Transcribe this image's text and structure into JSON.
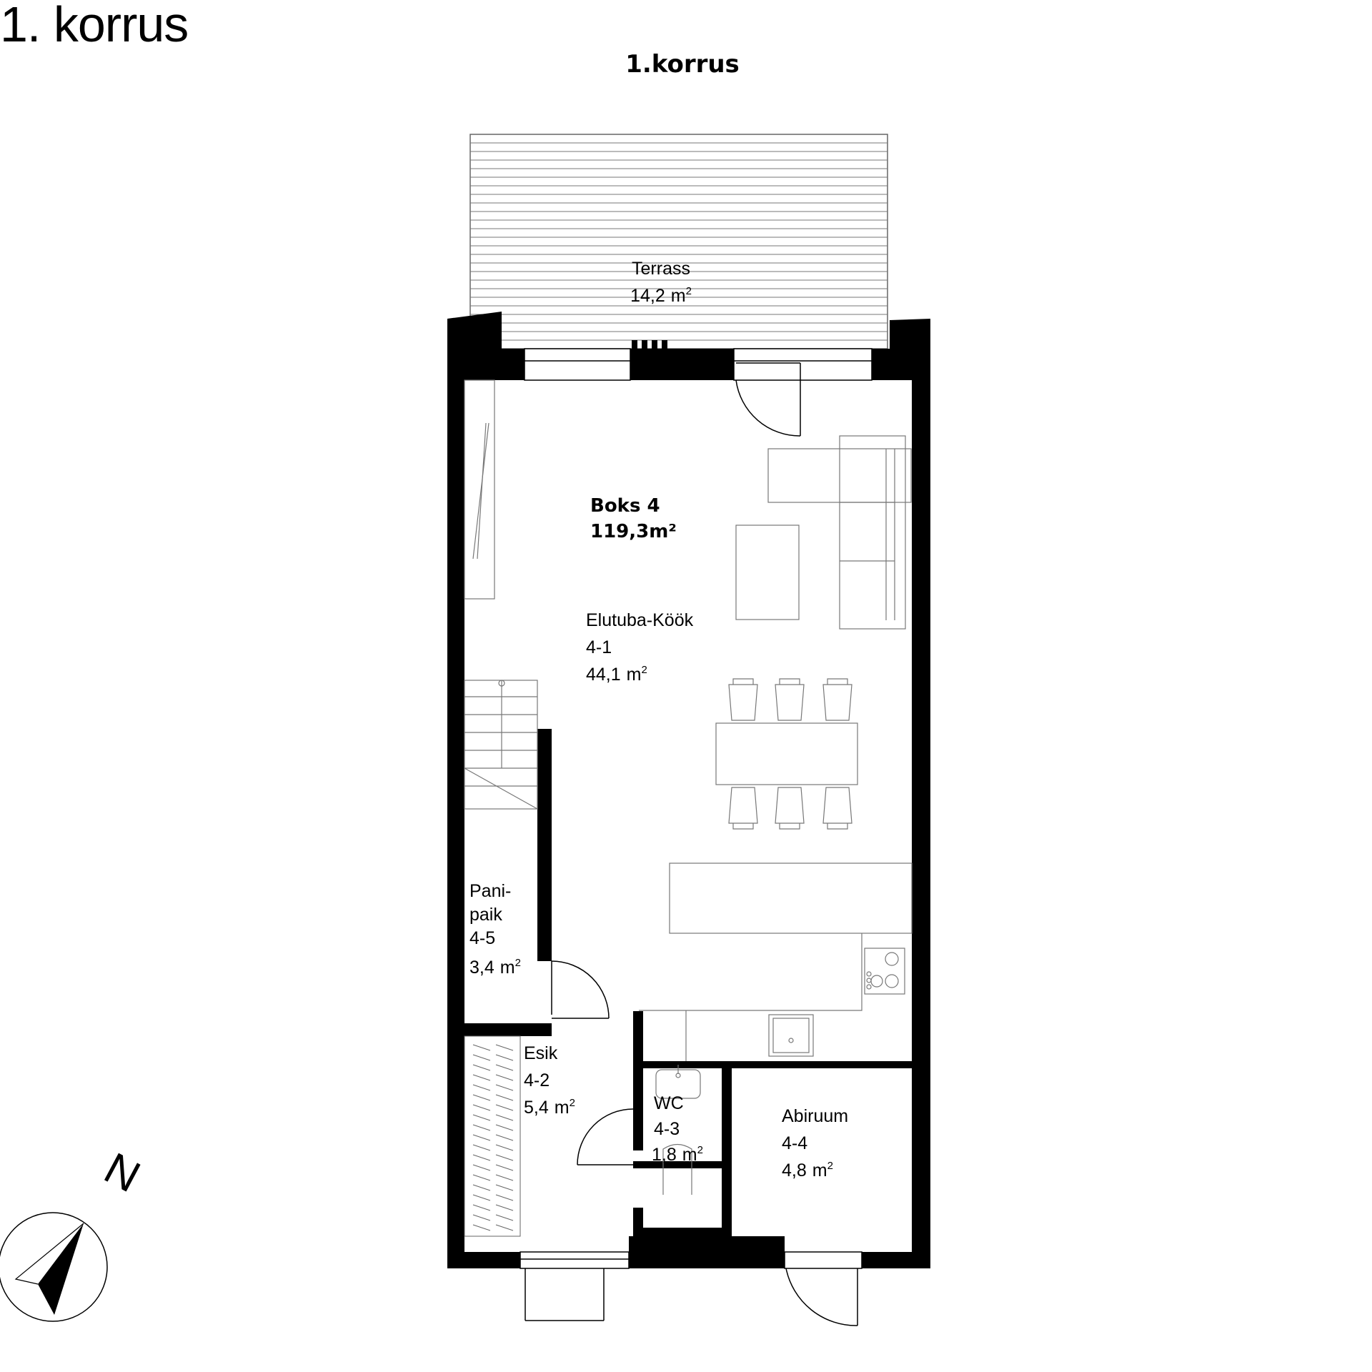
{
  "page_title": "1. korrus",
  "plan_title": "1.korrus",
  "unit": {
    "name": "Boks 4",
    "area": "119,3m²"
  },
  "rooms": [
    {
      "key": "terrace",
      "name": "Terrass",
      "code": "",
      "area": "14,2",
      "unit": "m",
      "sup": "2"
    },
    {
      "key": "living",
      "name": "Elutuba-Köök",
      "code": "4-1",
      "area": "44,1",
      "unit": "m",
      "sup": "2"
    },
    {
      "key": "storage",
      "name_line1": "Pani-",
      "name_line2": "paik",
      "code": "4-5",
      "area": "3,4",
      "unit": "m",
      "sup": "2"
    },
    {
      "key": "hall",
      "name": "Esik",
      "code": "4-2",
      "area": "5,4",
      "unit": "m",
      "sup": "2"
    },
    {
      "key": "wc",
      "name": "WC",
      "code": "4-3",
      "area": "1,8",
      "unit": "m",
      "sup": "2"
    },
    {
      "key": "utility",
      "name": "Abiruum",
      "code": "4-4",
      "area": "4,8",
      "unit": "m",
      "sup": "2"
    }
  ],
  "north_label": "N"
}
